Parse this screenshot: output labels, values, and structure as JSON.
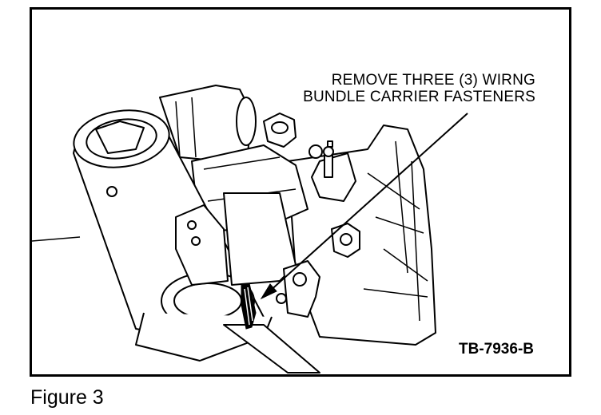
{
  "callout": {
    "line1": "REMOVE THREE (3) WIRNG",
    "line2": "BUNDLE CARRIER FASTENERS"
  },
  "figure_code": "TB-7936-B",
  "caption": "Figure 3"
}
